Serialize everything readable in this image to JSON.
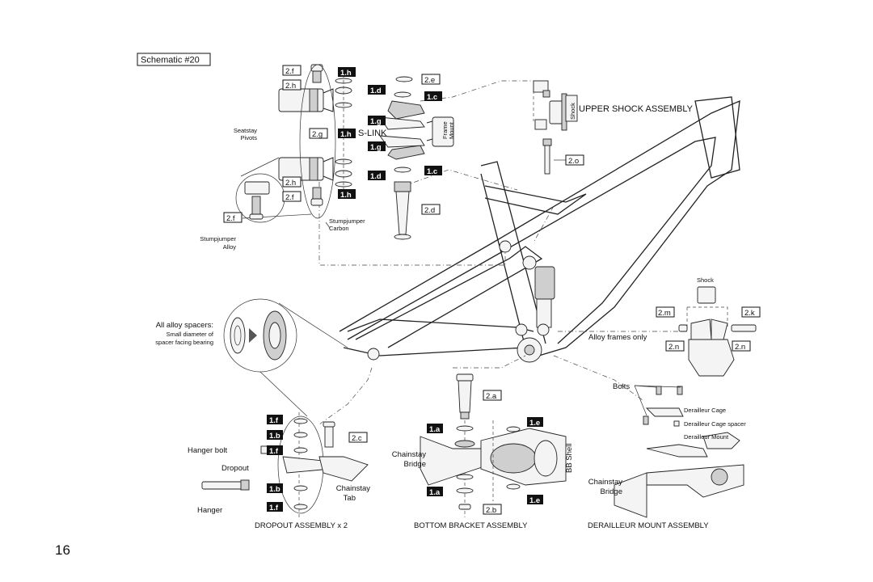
{
  "schematic_title": "Schematic #20",
  "page_number": "16",
  "headings": {
    "upper_shock": "UPPER SHOCK ASSEMBLY",
    "s_link": "S-LINK",
    "dropout": "DROPOUT ASSEMBLY x 2",
    "bottom_bracket": "BOTTOM BRACKET ASSEMBLY",
    "derailleur": "DERAILLEUR MOUNT ASSEMBLY",
    "alloy_frames": "Alloy frames only"
  },
  "tags": {
    "t_1a": "1.a",
    "t_1b": "1.b",
    "t_1c": "1.c",
    "t_1d": "1.d",
    "t_1e": "1.e",
    "t_1f": "1.f",
    "t_1g": "1.g",
    "t_1h": "1.h",
    "t_2a": "2.a",
    "t_2b": "2.b",
    "t_2c": "2.c",
    "t_2d": "2.d",
    "t_2e": "2.e",
    "t_2f": "2.f",
    "t_2g": "2.g",
    "t_2h": "2.h",
    "t_2k": "2.k",
    "t_2m": "2.m",
    "t_2n": "2.n",
    "t_2o": "2.o"
  },
  "labels": {
    "seatstay": "Seatstay",
    "pivots": "Pivots",
    "stumpjumper": "Stumpjumper",
    "carbon": "Carbon",
    "alloy": "Alloy",
    "frame": "Frame",
    "mount": "Mount",
    "shock": "Shock",
    "all_alloy_spacers": "All alloy spacers:",
    "spacer_note_1": "Small diameter of",
    "spacer_note_2": "spacer facing bearing",
    "hanger_bolt": "Hanger bolt",
    "dropout": "Dropout",
    "hanger": "Hanger",
    "chainstay": "Chainstay",
    "tab": "Tab",
    "bridge": "Bridge",
    "bb_shell": "BB Shell",
    "bolts": "Bolts",
    "derailleur_cage": "Derailleur Cage",
    "derailleur_cage_spacer": "Derailleur Cage spacer",
    "derailleur_mount": "Derailleur Mount"
  }
}
